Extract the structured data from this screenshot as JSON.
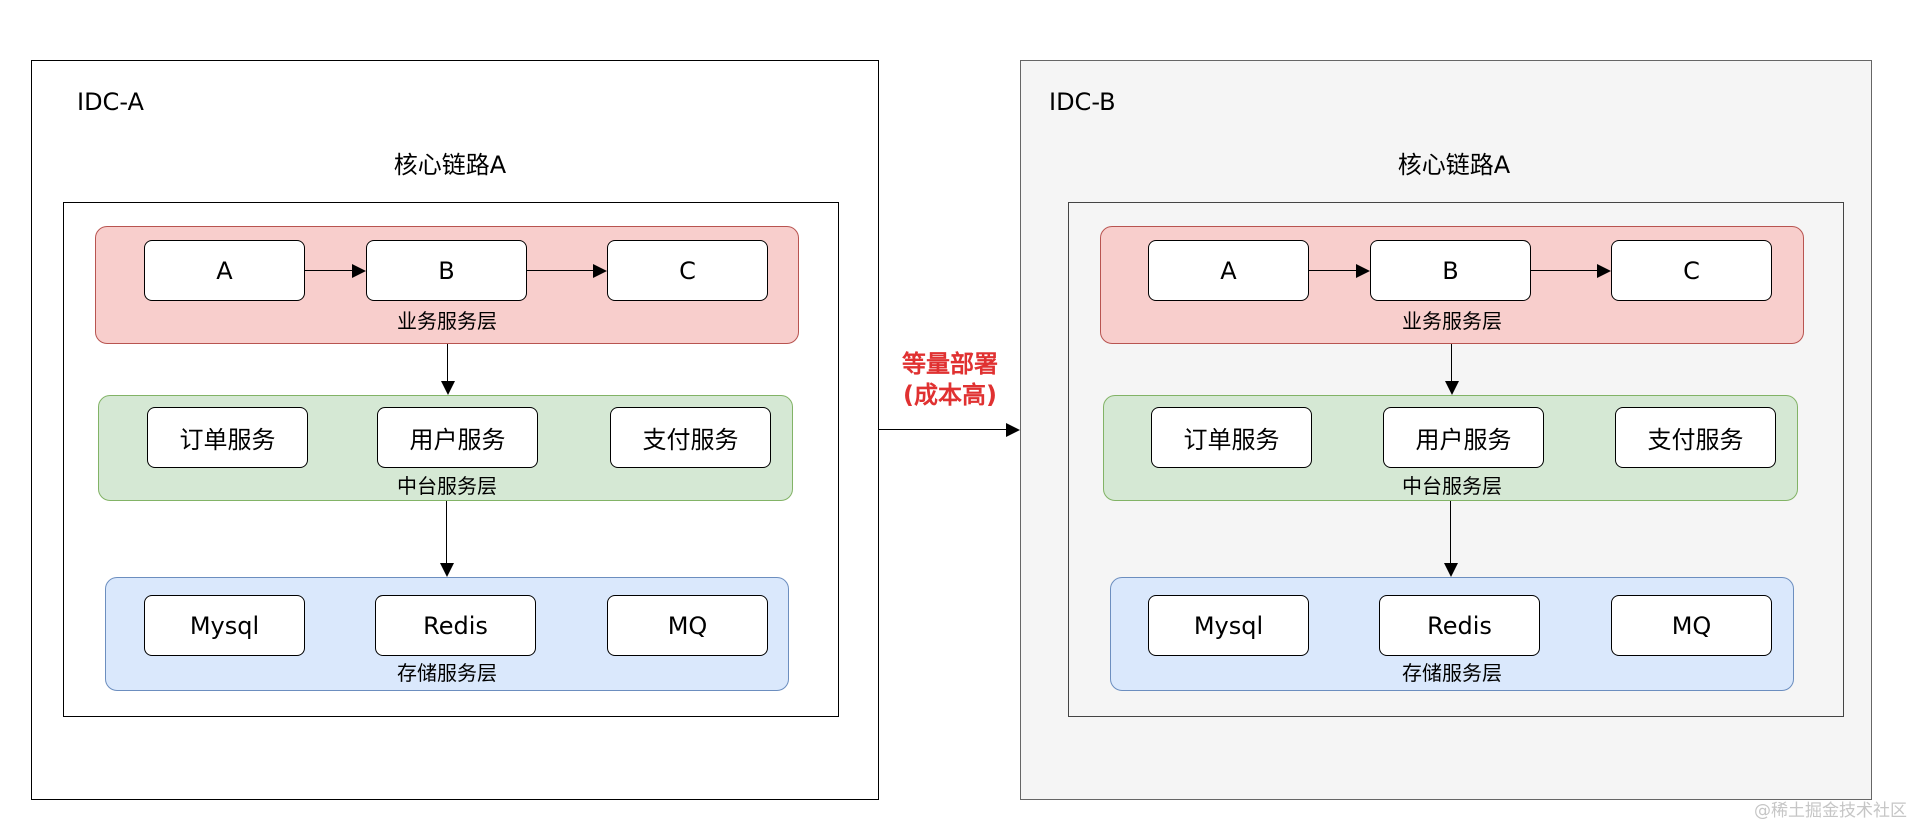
{
  "idc_a": {
    "label": "IDC-A",
    "chain_title": "核心链路A",
    "business_layer": {
      "label": "业务服务层",
      "nodes": [
        "A",
        "B",
        "C"
      ]
    },
    "middle_layer": {
      "label": "中台服务层",
      "nodes": [
        "订单服务",
        "用户服务",
        "支付服务"
      ]
    },
    "storage_layer": {
      "label": "存储服务层",
      "nodes": [
        "Mysql",
        "Redis",
        "MQ"
      ]
    }
  },
  "idc_b": {
    "label": "IDC-B",
    "chain_title": "核心链路A",
    "business_layer": {
      "label": "业务服务层",
      "nodes": [
        "A",
        "B",
        "C"
      ]
    },
    "middle_layer": {
      "label": "中台服务层",
      "nodes": [
        "订单服务",
        "用户服务",
        "支付服务"
      ]
    },
    "storage_layer": {
      "label": "存储服务层",
      "nodes": [
        "Mysql",
        "Redis",
        "MQ"
      ]
    }
  },
  "deploy_arrow": {
    "line1": "等量部署",
    "line2": "(成本高)"
  },
  "watermark": "@稀土掘金技术社区",
  "colors": {
    "business_fill": "#f8cecc",
    "business_stroke": "#b85450",
    "middle_fill": "#d5e8d4",
    "middle_stroke": "#82b366",
    "storage_fill": "#dae8fc",
    "storage_stroke": "#6c8ebf",
    "highlight_text": "#e03131",
    "idc_b_fill": "#f5f5f5"
  }
}
